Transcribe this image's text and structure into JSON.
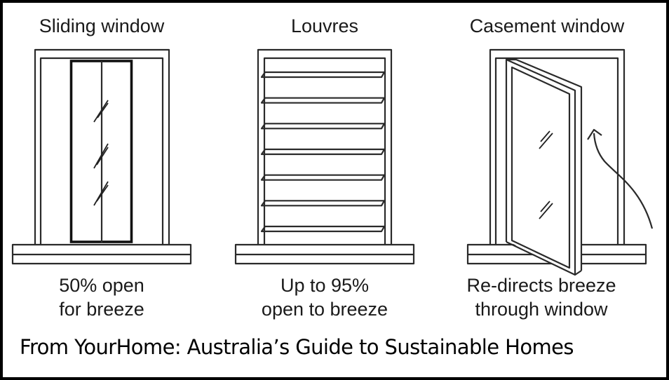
{
  "panels": [
    {
      "id": "sliding",
      "title": "Sliding window",
      "caption_lines": [
        "50% open",
        "for breeze"
      ],
      "icon": "sliding-window-icon",
      "open_fraction": 0.5
    },
    {
      "id": "louvres",
      "title": "Louvres",
      "caption_lines": [
        "Up to 95%",
        "open to breeze"
      ],
      "icon": "louvre-window-icon",
      "open_fraction_max": 0.95,
      "slat_count": 7
    },
    {
      "id": "casement",
      "title": "Casement window",
      "caption_lines": [
        "Re-directs breeze",
        "through window"
      ],
      "icon": "casement-window-icon",
      "arrow": "breeze-arrow-icon"
    }
  ],
  "footer": {
    "source": "From YourHome: Australia’s Guide to Sustainable Homes"
  },
  "colors": {
    "border": "#000000",
    "line": "#2a2a2a",
    "background": "#ffffff"
  }
}
